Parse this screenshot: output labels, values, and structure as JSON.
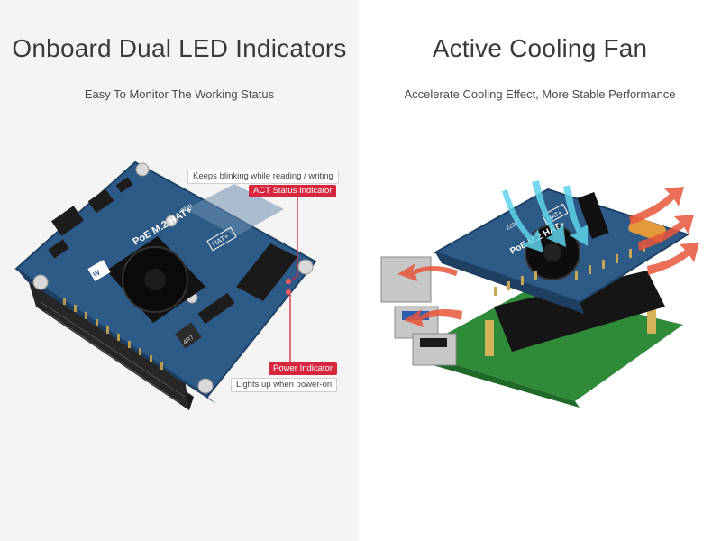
{
  "left_panel": {
    "title": "Onboard Dual LED Indicators",
    "subtitle": "Easy To Monitor The Working Status",
    "callouts": {
      "act_note": "Keeps blinking while reading / writing",
      "act_label": "ACT Status Indicator",
      "power_label": "Power Indicator",
      "power_note": "Lights up when power-on"
    }
  },
  "right_panel": {
    "title": "Active Cooling Fan",
    "subtitle": "Accelerate Cooling Effect, More Stable Performance"
  },
  "board": {
    "product_label": "PoE M.2 HAT+",
    "hat_badge": "HAT+",
    "slot_marking": "2230",
    "inductor_marking": "4R7"
  },
  "colors": {
    "pcb_blue": "#2d5a86",
    "accent_red": "#d7263d",
    "airflow_cool": "#5fd3ea",
    "airflow_hot": "#e8553a"
  }
}
